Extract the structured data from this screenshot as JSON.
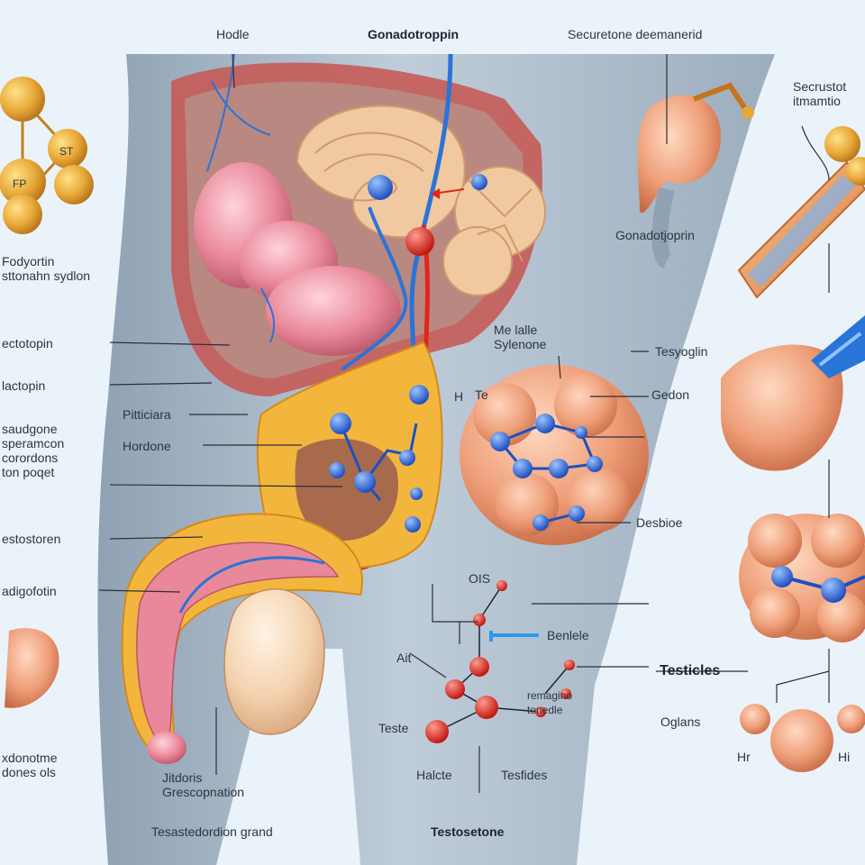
{
  "labels": {
    "top_left": "Hodle",
    "top_center": "Gonadotroppin",
    "top_right": "Securetone deemanerid",
    "right_top": "Secrustot\nitmamtio",
    "left_molecule_st": "ST",
    "left_molecule_fp": "FP",
    "left_molecule_caption": "Fodyortin\nsttonahn sydlon",
    "gonadotopin_right": "Gonadotjoprin",
    "left_ectotopin": "ectotopin",
    "left_hactopin": "lactopin",
    "pitticiara": "Pitticiara",
    "hordone": "Hordone",
    "left_block": "saudgone\nsperamcon\ncorordons\nton poqet",
    "testostoren": "estostoren",
    "adigofotin": "adigofotin",
    "me_lalle": "Me lalle\nSylenone",
    "te": "Te",
    "h": "H",
    "tesyoglin": "Tesyoglin",
    "gedon": "Gedon",
    "desbioe": "Desbioe",
    "ois": "OIS",
    "benlele": "Benlele",
    "ait": "Ait",
    "remagino": "remagino\ntonedle",
    "teste": "Teste",
    "halcte": "Halcte",
    "tesfides": "Tesfides",
    "testicles": "Testicles",
    "oglans": "Oglans",
    "hr": "Hr",
    "hu": "Hi",
    "left_bottom": "xdonotme\ndones ols",
    "center_bottom": "Jitdoris\nGrescopnation",
    "bottom_left_caption": "Tesastedordion grand",
    "bottom_center_caption": "Testosetone"
  },
  "colors": {
    "background": "#eaf3fa",
    "body_silhouette": "#8fa2b4",
    "brain": "#f1c9a0",
    "blue_node": "#1f5fd6",
    "red_node": "#e0261d",
    "vessel_red": "#e0261d",
    "vessel_blue": "#2a74d8",
    "tissue_yellow": "#f3b63d",
    "testis": "#f3d2ae",
    "gland": "#f2a985"
  }
}
